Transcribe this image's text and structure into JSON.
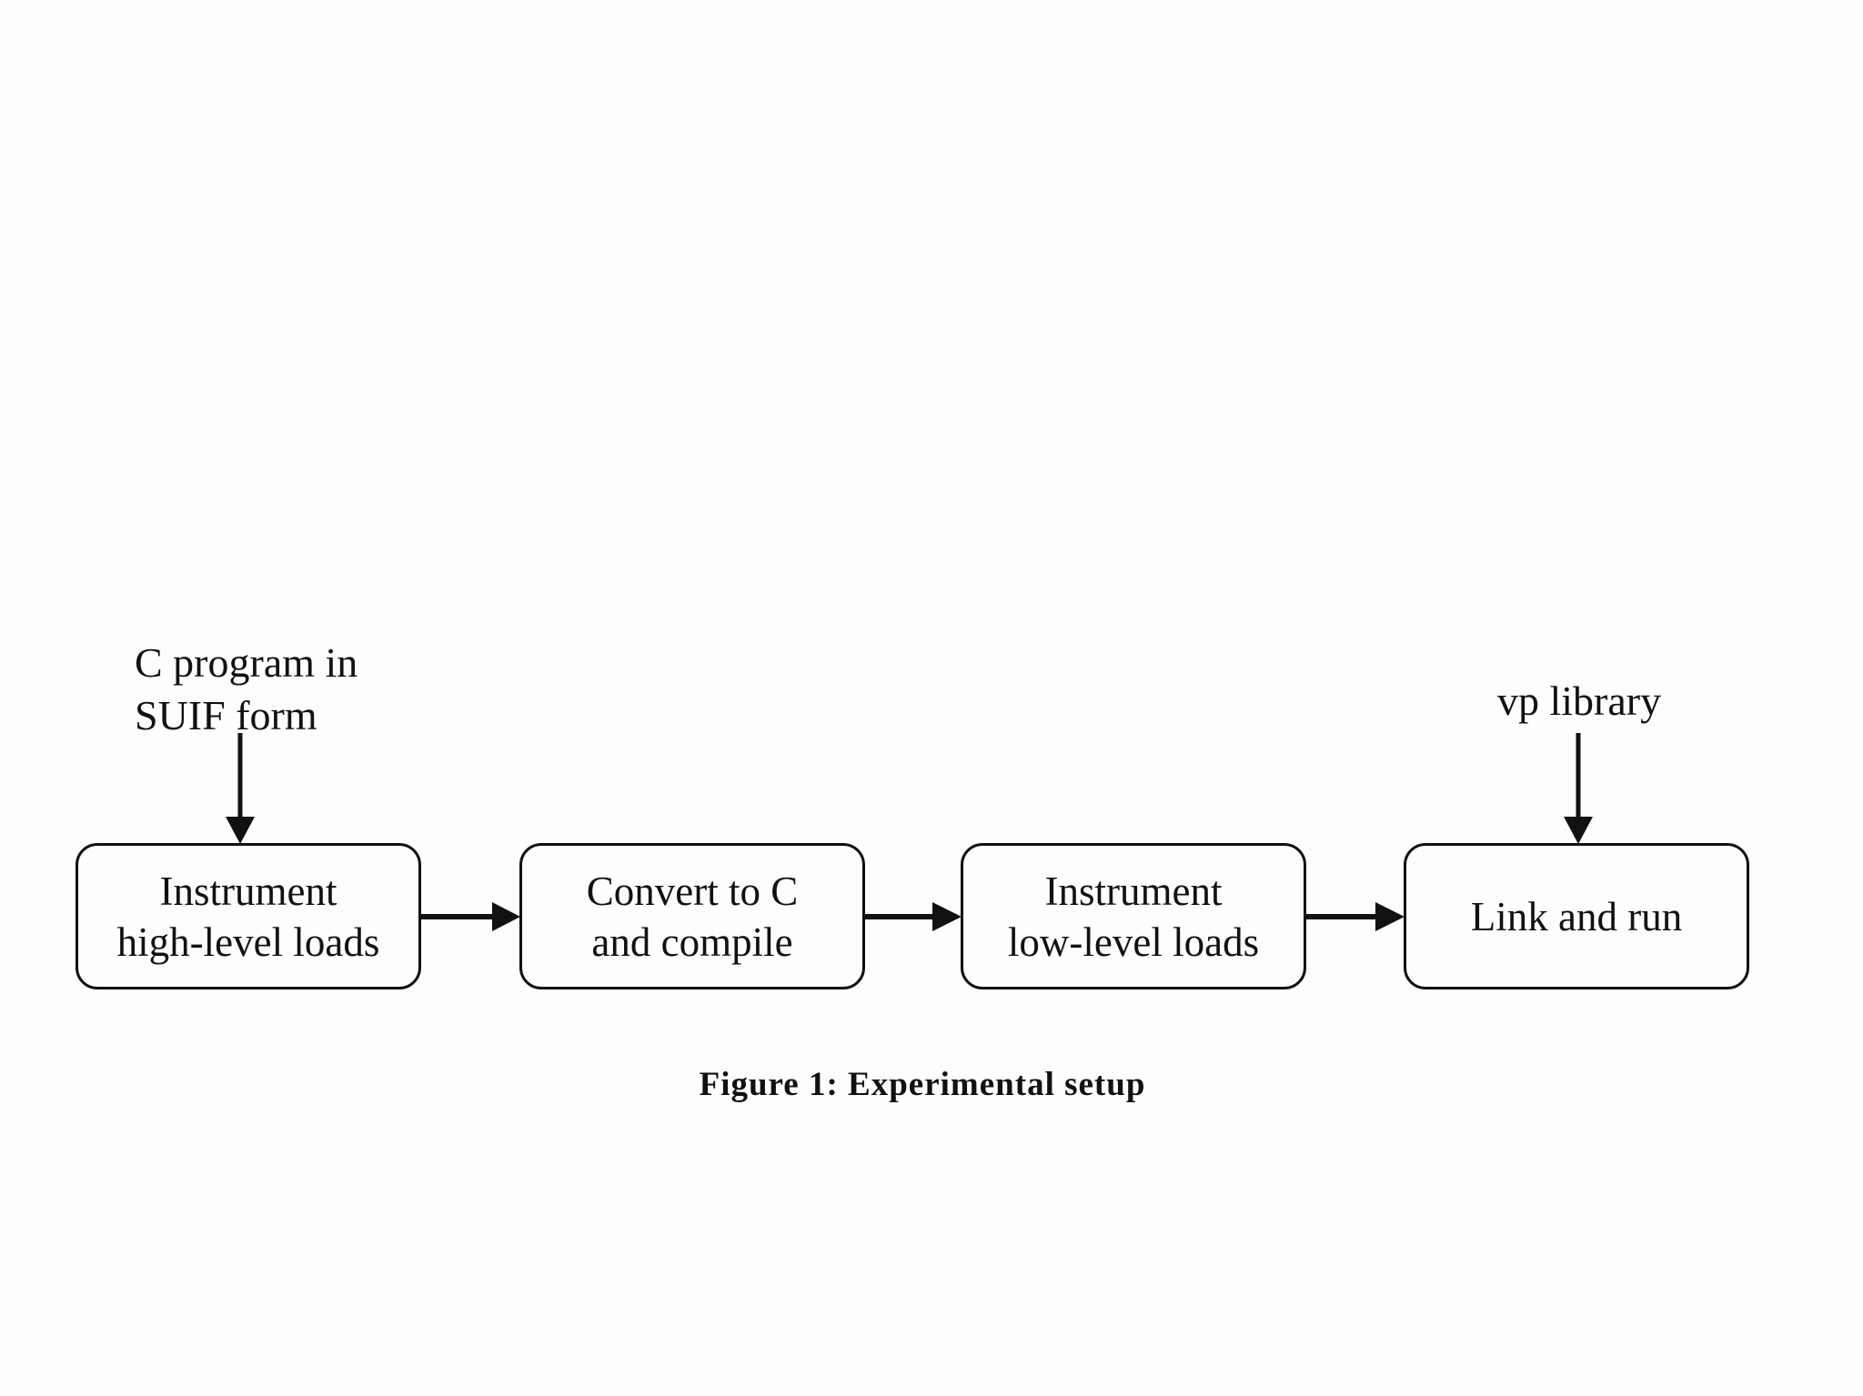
{
  "inputs": {
    "c_program": {
      "line1": "C program in",
      "line2": "SUIF form"
    },
    "vp_library": {
      "text": "vp library"
    }
  },
  "steps": [
    {
      "line1": "Instrument",
      "line2": "high-level loads"
    },
    {
      "line1": "Convert to C",
      "line2": "and compile"
    },
    {
      "line1": "Instrument",
      "line2": "low-level loads"
    },
    {
      "line1": "Link and run"
    }
  ],
  "caption": "Figure 1:  Experimental setup",
  "colors": {
    "stroke": "#111111",
    "background": "#fdfdfd"
  }
}
